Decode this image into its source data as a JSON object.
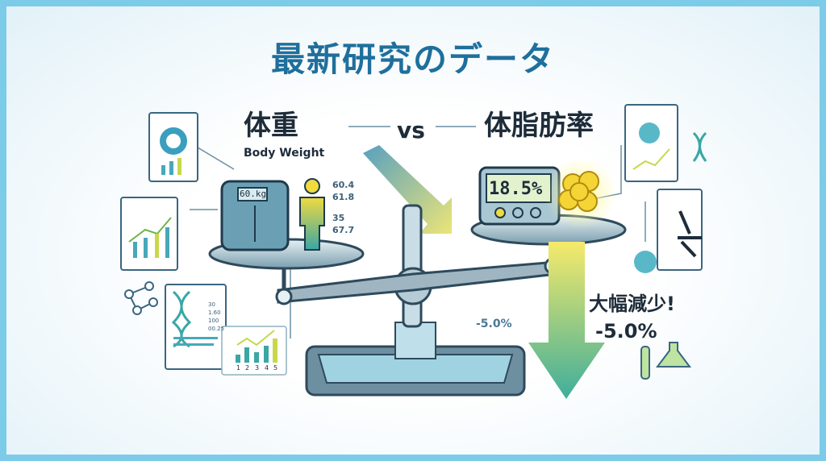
{
  "title": "最新研究のデータ",
  "left_label": "体重",
  "left_label_en": "Body Weight",
  "vs": "vs",
  "right_label": "体脂肪率",
  "scale_display": "60.kg",
  "fat_display": "18.5%",
  "weight_values": [
    "60.4",
    "61.8",
    "35",
    "67.7"
  ],
  "dna_doc_values": [
    "30",
    "1.60",
    "100",
    "00.25"
  ],
  "chart_axis": [
    "1",
    "2",
    "3",
    "4",
    "5"
  ],
  "small_change": "-5.0%",
  "headline_change": "大幅減少!",
  "headline_value": "-5.0%",
  "colors": {
    "frame": "#7ccbe8",
    "title": "#1f6f9c",
    "arrow_top": "#f2e35a",
    "arrow_bottom": "#3fae9b"
  }
}
